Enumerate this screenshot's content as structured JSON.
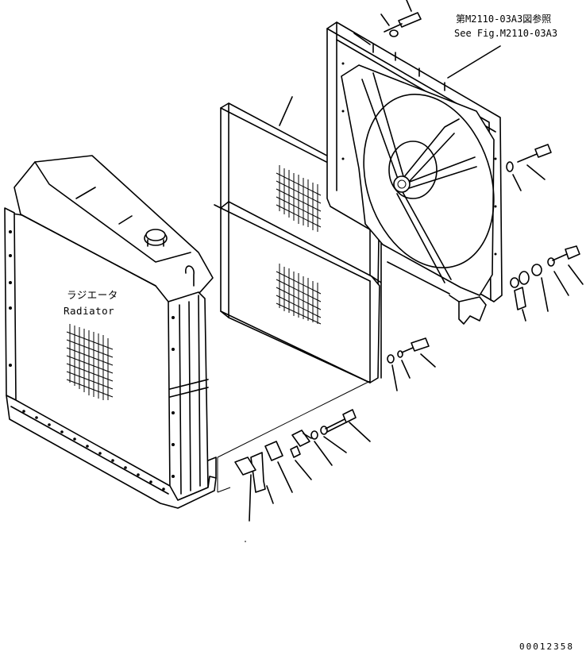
{
  "labels": {
    "radiator_jp": "ラジエータ",
    "radiator_en": "Radiator",
    "ref_jp": "第M2110-03A3図参照",
    "ref_en": "See Fig.M2110-03A3",
    "drawing_number": "00012358"
  }
}
